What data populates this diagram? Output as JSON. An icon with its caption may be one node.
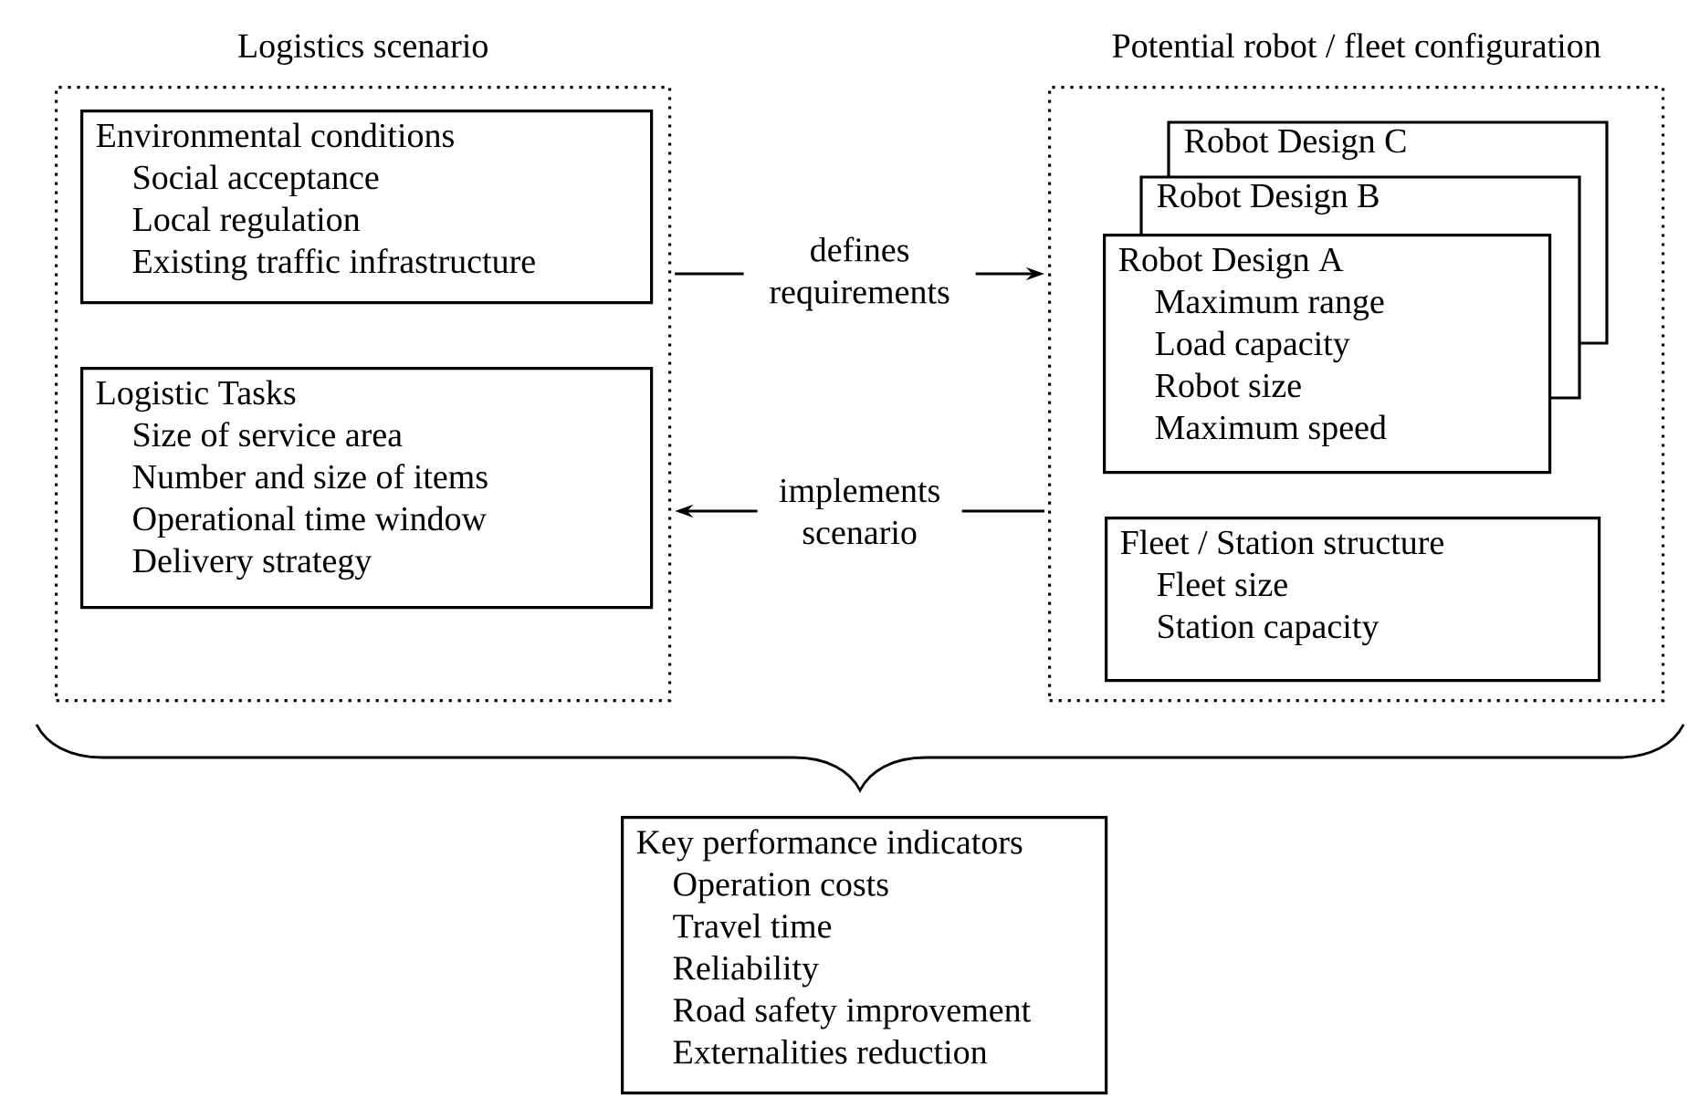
{
  "diagram": {
    "nodes": [
      {
        "text": [
          "Logistics scenario"
        ]
      },
      {
        "text": [
          "Environmental conditions",
          "Social acceptance",
          "Local regulation",
          "Existing traffic infrastructure"
        ],
        "in": 0
      },
      {
        "text": [
          "Logistic Tasks",
          "Size of service area",
          "Number and size of items",
          "Operational time window",
          "Delivery strategy"
        ],
        "in": 0
      },
      {
        "text": [
          "Potential robot / fleet configuration"
        ]
      },
      {
        "text": [
          "Robot Design C"
        ],
        "in": 3
      },
      {
        "text": [
          "Robot Design B"
        ],
        "in": 3
      },
      {
        "text": [
          "Robot Design A",
          "Maximum range",
          "Load capacity",
          "Robot size",
          "Maximum speed"
        ],
        "in": 3
      },
      {
        "text": [
          "Fleet / Station structure",
          "Fleet size",
          "Station capacity"
        ],
        "in": 3
      },
      {
        "text": [
          "Key performance indicators",
          "Operation costs",
          "Travel time",
          "Reliability",
          "Road safety improvement",
          "Externalities reduction"
        ]
      }
    ],
    "edges": [
      {
        "from": 0,
        "to": 3,
        "arrow": "to",
        "label": "defines requirements"
      },
      {
        "from": 3,
        "to": 0,
        "arrow": "to",
        "label": "implements scenario"
      }
    ]
  }
}
